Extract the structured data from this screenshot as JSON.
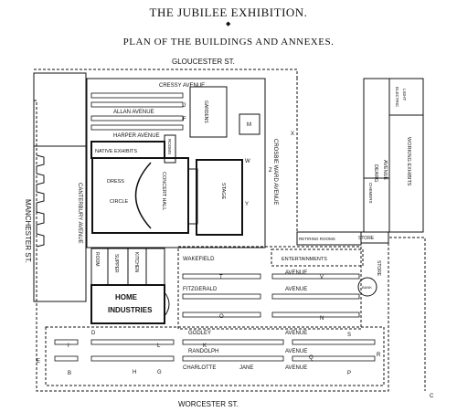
{
  "title": "THE JUBILEE EXHIBITION.",
  "ornament": "◆",
  "subtitle": "PLAN OF THE BUILDINGS AND ANNEXES.",
  "streets": {
    "north": "GLOUCESTER ST.",
    "south": "WORCESTER ST.",
    "west": "MANCHESTER ST."
  },
  "avenues": {
    "cressy": "CRESSY AVENUE",
    "allan": "ALLAN AVENUE",
    "harper": "HARPER AVENUE",
    "canterbury": "CANTERBURY AVENUE",
    "crosbie_ward": "CROSBIE WARD AVENUE",
    "wakefield": "WAKEFIELD",
    "wakefield_av": "AVENUE",
    "fitzgerald": "FITZGERALD",
    "fitzgerald_av": "AVENUE",
    "godley": "GODLEY",
    "godley_av": "AVENUE",
    "randolph": "RANDOLPH",
    "randolph_av": "AVENUE",
    "charlotte": "CHARLOTTE",
    "jane": "JANE",
    "charlotte_av": "AVENUE"
  },
  "buildings": {
    "native_exhibits": "NATIVE EXHIBITS",
    "rooms": "ROOMS",
    "dress": "DRESS",
    "circle": "CIRCLE",
    "concert_hall": "CONCERT HALL",
    "stage": "STAGE",
    "gardens": "GARDENS",
    "electric": "ELECTRIC",
    "light": "LIGHT",
    "working_exhibits": "WORKING EXHIBITS",
    "dearg": "DEARG",
    "avenue": "AVENUE",
    "chemers": "CHEMERS",
    "retiring_rooms": "RETIRING ROOMS",
    "store": "STORE",
    "entertainments": "ENTERTAINMENTS",
    "room": "ROOM",
    "supper": "SUPPER",
    "kitchen": "KITCHEN",
    "home": "HOME",
    "industries": "INDUSTRIES",
    "bank": "BANK"
  },
  "letters": [
    "J",
    "F",
    "M",
    "Z",
    "X",
    "W",
    "Y",
    "T",
    "V",
    "O",
    "N",
    "Q",
    "L",
    "K",
    "H",
    "G",
    "E",
    "I",
    "B",
    "D",
    "S",
    "R",
    "P",
    "C"
  ]
}
